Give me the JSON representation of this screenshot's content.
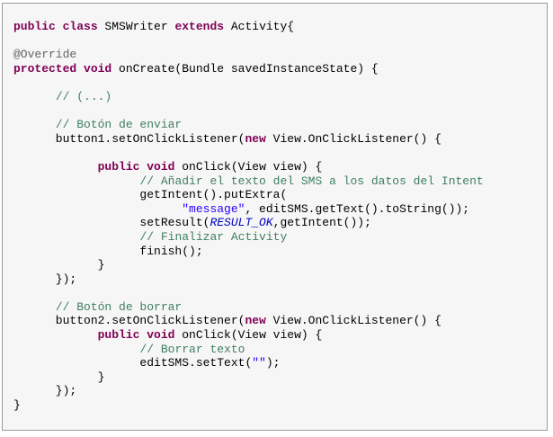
{
  "code": {
    "lines": [
      [
        {
          "t": "kw",
          "v": "public class"
        },
        {
          "t": "tx",
          "v": " SMSWriter "
        },
        {
          "t": "kw",
          "v": "extends"
        },
        {
          "t": "tx",
          "v": " Activity{"
        }
      ],
      [],
      [
        {
          "t": "an",
          "v": "@Override"
        }
      ],
      [
        {
          "t": "kw",
          "v": "protected void"
        },
        {
          "t": "tx",
          "v": " onCreate(Bundle savedInstanceState) {"
        }
      ],
      [],
      [
        {
          "t": "tx",
          "v": "      "
        },
        {
          "t": "cm",
          "v": "// (...)"
        }
      ],
      [],
      [
        {
          "t": "tx",
          "v": "      "
        },
        {
          "t": "cm",
          "v": "// Botón de enviar"
        }
      ],
      [
        {
          "t": "tx",
          "v": "      button1.setOnClickListener("
        },
        {
          "t": "kw",
          "v": "new"
        },
        {
          "t": "tx",
          "v": " View.OnClickListener() {"
        }
      ],
      [],
      [
        {
          "t": "tx",
          "v": "            "
        },
        {
          "t": "kw",
          "v": "public void"
        },
        {
          "t": "tx",
          "v": " onClick(View view) {"
        }
      ],
      [
        {
          "t": "tx",
          "v": "                  "
        },
        {
          "t": "cm",
          "v": "// Añadir el texto del SMS a los datos del Intent"
        }
      ],
      [
        {
          "t": "tx",
          "v": "                  getIntent().putExtra("
        }
      ],
      [
        {
          "t": "tx",
          "v": "                        "
        },
        {
          "t": "st",
          "v": "\"message\""
        },
        {
          "t": "tx",
          "v": ", editSMS.getText().toString());"
        }
      ],
      [
        {
          "t": "tx",
          "v": "                  setResult("
        },
        {
          "t": "cs",
          "v": "RESULT_OK"
        },
        {
          "t": "tx",
          "v": ",getIntent());"
        }
      ],
      [
        {
          "t": "tx",
          "v": "                  "
        },
        {
          "t": "cm",
          "v": "// Finalizar Activity"
        }
      ],
      [
        {
          "t": "tx",
          "v": "                  finish();"
        }
      ],
      [
        {
          "t": "tx",
          "v": "            }"
        }
      ],
      [
        {
          "t": "tx",
          "v": "      });"
        }
      ],
      [],
      [
        {
          "t": "tx",
          "v": "      "
        },
        {
          "t": "cm",
          "v": "// Botón de borrar"
        }
      ],
      [
        {
          "t": "tx",
          "v": "      button2.setOnClickListener("
        },
        {
          "t": "kw",
          "v": "new"
        },
        {
          "t": "tx",
          "v": " View.OnClickListener() {"
        }
      ],
      [
        {
          "t": "tx",
          "v": "            "
        },
        {
          "t": "kw",
          "v": "public void"
        },
        {
          "t": "tx",
          "v": " onClick(View view) {"
        }
      ],
      [
        {
          "t": "tx",
          "v": "                  "
        },
        {
          "t": "cm",
          "v": "// Borrar texto"
        }
      ],
      [
        {
          "t": "tx",
          "v": "                  editSMS.setText("
        },
        {
          "t": "st",
          "v": "\"\""
        },
        {
          "t": "tx",
          "v": ");"
        }
      ],
      [
        {
          "t": "tx",
          "v": "            }"
        }
      ],
      [
        {
          "t": "tx",
          "v": "      });"
        }
      ],
      [
        {
          "t": "tx",
          "v": "}"
        }
      ]
    ]
  },
  "colors": {
    "keyword": "#7f0055",
    "comment": "#3f7f5f",
    "annotation": "#646464",
    "string": "#2a00ff",
    "constant": "#0000c0",
    "background": "#f6f6f6",
    "border": "#9a9a9a"
  }
}
